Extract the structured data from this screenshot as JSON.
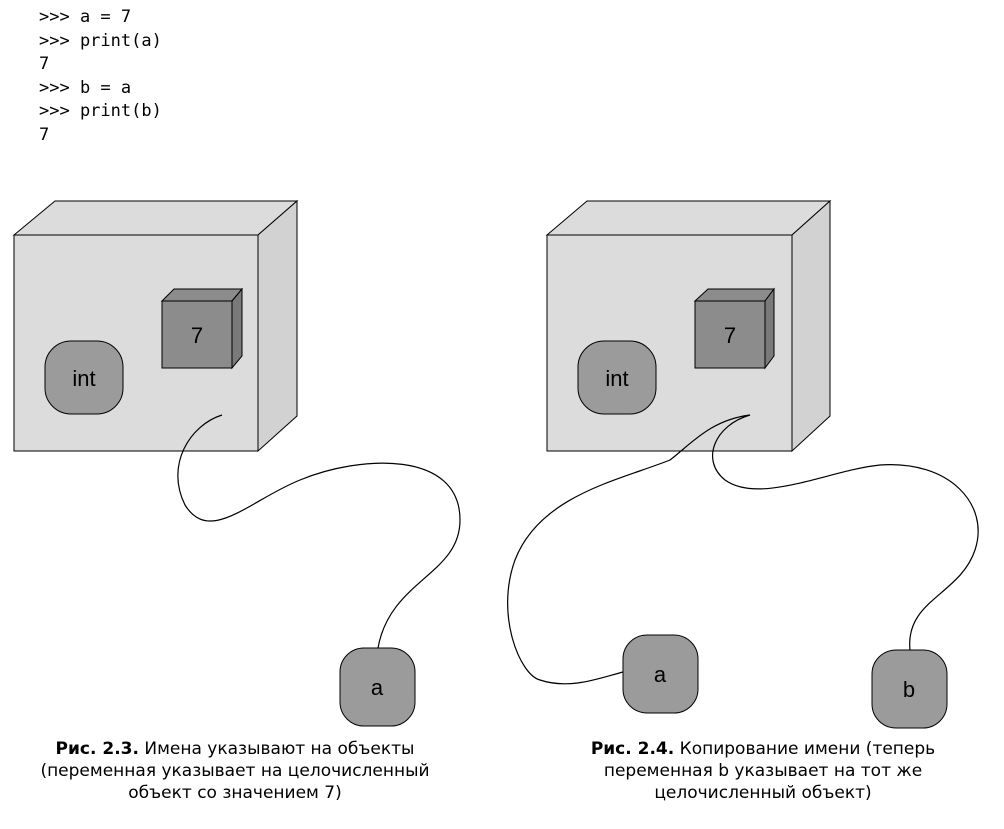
{
  "code_lines": [
    ">>> a = 7",
    ">>> print(a)",
    "7",
    ">>> b = a",
    ">>> print(b)",
    "7"
  ],
  "figures": [
    {
      "value_label": "7",
      "type_label": "int",
      "names": [
        "a"
      ],
      "caption_figure": "Рис. 2.3.",
      "caption_text": " Имена указывают на объекты (переменная указывает на целочисленный объект со значением 7)"
    },
    {
      "value_label": "7",
      "type_label": "int",
      "names": [
        "a",
        "b"
      ],
      "caption_figure": "Рис. 2.4.",
      "caption_text": " Копирование имени (теперь переменная b указывает на тот же целочисленный объект)"
    }
  ],
  "colors": {
    "outer_box_front": "#dcdcdc",
    "outer_box_side": "#d2d2d2",
    "inner_cube_front": "#8c8c8c",
    "inner_cube_side": "#7a7a7a",
    "rounded_tag": "#9b9b9b",
    "stroke": "#000000"
  }
}
